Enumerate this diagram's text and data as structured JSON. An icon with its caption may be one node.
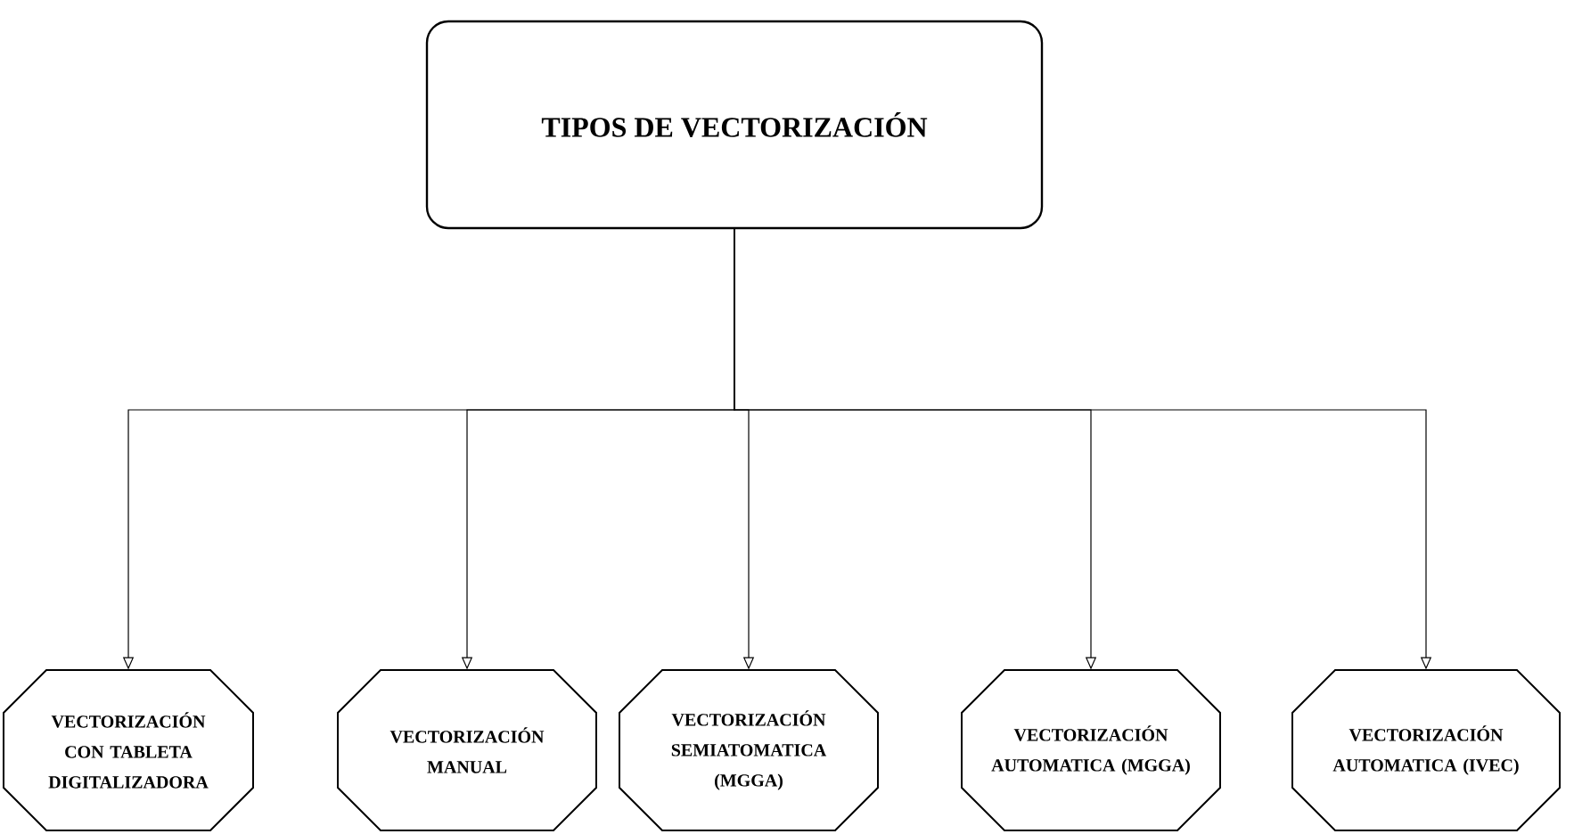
{
  "diagram": {
    "nodes": [
      {
        "text": [
          "TIPOS DE VECTORIZACIÓN"
        ]
      },
      {
        "text": [
          "VECTORIZACIÓN CON TABLETA DIGITALIZADORA"
        ]
      },
      {
        "text": [
          "VECTORIZACIÓN MANUAL"
        ]
      },
      {
        "text": [
          "VECTORIZACIÓN SEMIATOMATICA (MGGA)"
        ]
      },
      {
        "text": [
          "VECTORIZACIÓN AUTOMATICA (MGGA)"
        ]
      },
      {
        "text": [
          "VECTORIZACIÓN AUTOMATICA (IVEC)"
        ]
      }
    ],
    "edges": [
      {
        "from": 0,
        "to": 1,
        "arrow": "to"
      },
      {
        "from": 0,
        "to": 2,
        "arrow": "to"
      },
      {
        "from": 0,
        "to": 3,
        "arrow": "to"
      },
      {
        "from": 0,
        "to": 4,
        "arrow": "to"
      },
      {
        "from": 0,
        "to": 5,
        "arrow": "to"
      }
    ]
  }
}
